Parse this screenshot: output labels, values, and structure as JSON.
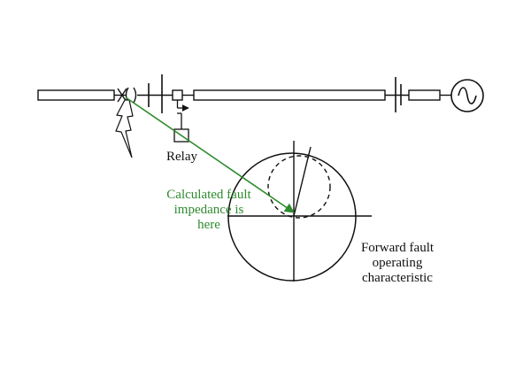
{
  "labels": {
    "relay": "Relay",
    "fault_lines": [
      "Calculated fault",
      "impedance is",
      "here"
    ],
    "forward_lines": [
      "Forward fault",
      "operating",
      "characteristic"
    ]
  },
  "icons": {
    "generator": "ac-generator-icon",
    "fault": "lightning-fault-icon",
    "breaker": "circuit-breaker-icon",
    "relay": "relay-box-icon"
  },
  "colors": {
    "line": "#111111",
    "fault_arrow": "#2e8b2e",
    "fault_text": "#2e8b2e"
  }
}
